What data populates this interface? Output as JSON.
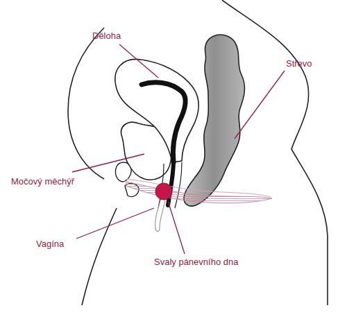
{
  "diagram": {
    "labels": [
      "Děloha",
      "Střevo",
      "Močový měchýř",
      "Vagína",
      "Svaly pánevního dna"
    ]
  }
}
